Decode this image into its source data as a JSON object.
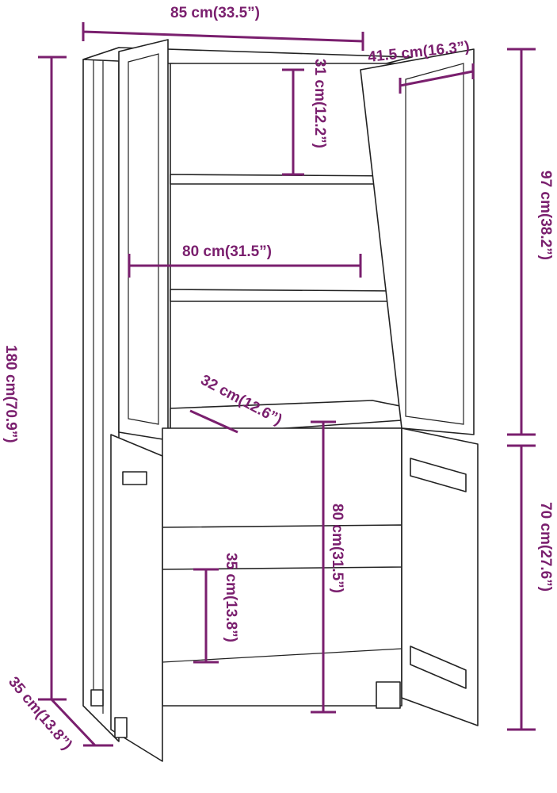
{
  "colors": {
    "dimension": "#7a1f6e",
    "outline": "#222222"
  },
  "dimensions": {
    "total_width": "85 cm(33.5”)",
    "depth_top": "41.5 cm(16.3”)",
    "top_shelf_height": "31 cm(12.2”)",
    "inner_width": "80 cm(31.5”)",
    "upper_height": "97 cm(38.2”)",
    "total_height": "180 cm(70.9”)",
    "shelf_depth": "32 cm(12.6”)",
    "lower_inner_height": "80 cm(31.5”)",
    "lower_height": "70 cm(27.6”)",
    "lower_shelf_height": "35 cm(13.8”)",
    "base_depth": "35 cm(13.8”)"
  }
}
